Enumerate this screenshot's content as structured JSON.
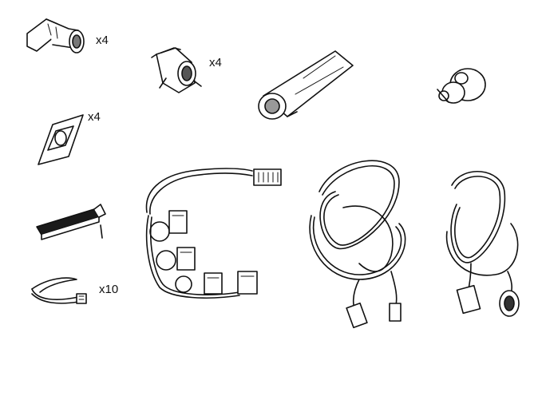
{
  "parts": {
    "sensor": {
      "quantity": "x4"
    },
    "sensor_holder": {
      "quantity": "x4"
    },
    "gasket": {
      "quantity": "x4"
    },
    "cable_tie": {
      "quantity": "x10"
    }
  },
  "colors": {
    "line": "#111111",
    "fill": "#ffffff",
    "shade": "#9a9a9a",
    "dark": "#1a1a1a"
  }
}
